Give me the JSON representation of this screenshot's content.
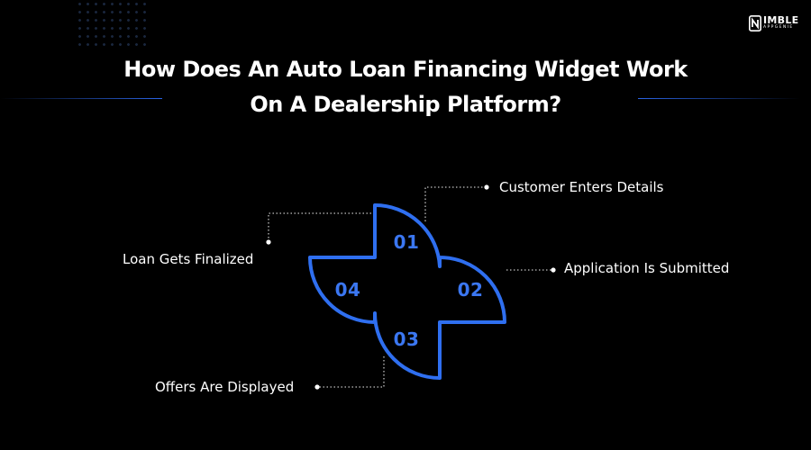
{
  "brand": {
    "name": "IMBLE",
    "tagline": "APPGENIE"
  },
  "title": {
    "line1": "How Does An Auto Loan Financing Widget Work",
    "line2": "On A Dealership Platform?"
  },
  "steps": [
    {
      "number": "01",
      "label": "Customer Enters Details"
    },
    {
      "number": "02",
      "label": "Application Is Submitted"
    },
    {
      "number": "03",
      "label": "Offers Are Displayed"
    },
    {
      "number": "04",
      "label": "Loan Gets Finalized"
    }
  ],
  "colors": {
    "background": "#000000",
    "accent": "#2f6ff0",
    "connector": "#bfbfbf",
    "text": "#ffffff"
  }
}
